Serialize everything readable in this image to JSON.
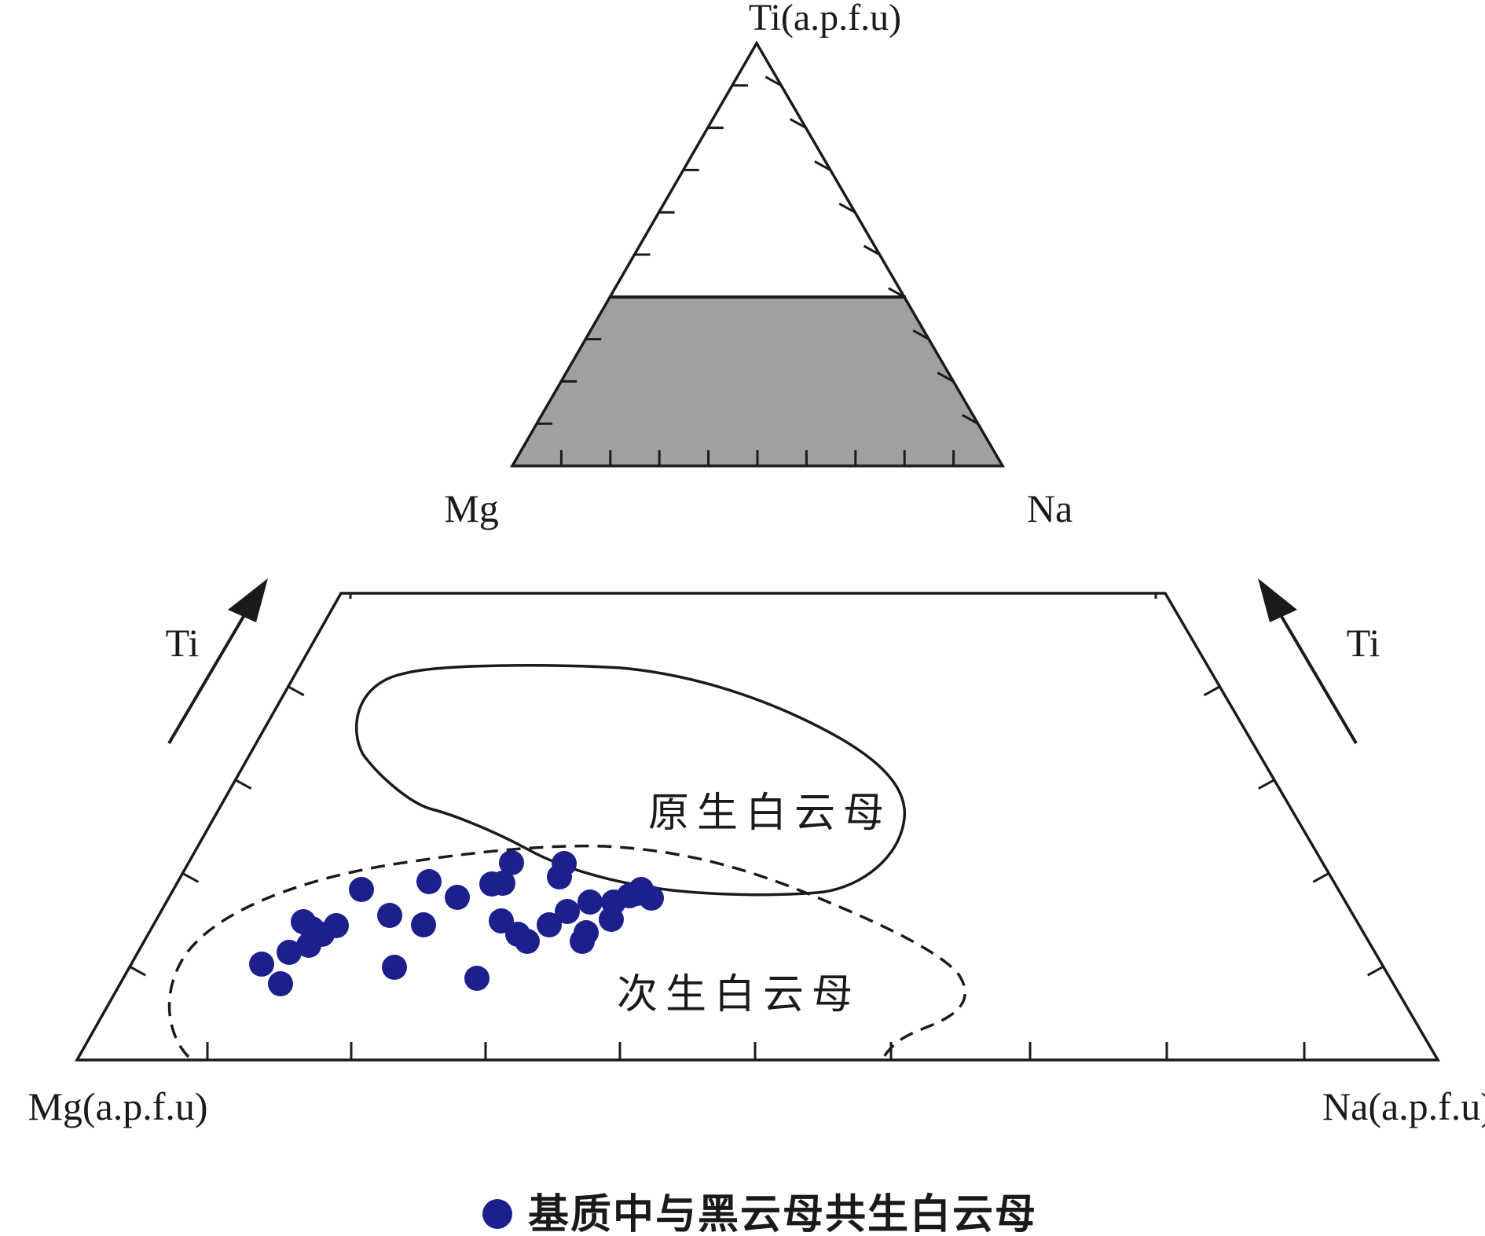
{
  "inset": {
    "apex_label": "Ti(a.p.f.u)",
    "left_label": "Mg",
    "right_label": "Na",
    "shaded_fill": "#a0a0a0",
    "shaded_fraction_of_height": 0.34
  },
  "main": {
    "left_label": "Mg(a.p.f.u)",
    "right_label": "Na(a.p.f.u)",
    "arrow_left_label": "Ti",
    "arrow_right_label": "Ti",
    "field_primary_label": "原生白云母",
    "field_secondary_label": "次生白云母"
  },
  "legend": {
    "marker_color": "#1c1f8c",
    "label": "基质中与黑云母共生白云母"
  },
  "points": [
    [
      333,
      1227
    ],
    [
      357,
      1252
    ],
    [
      368,
      1212
    ],
    [
      386,
      1173
    ],
    [
      397,
      1182
    ],
    [
      393,
      1203
    ],
    [
      410,
      1189
    ],
    [
      428,
      1178
    ],
    [
      460,
      1132
    ],
    [
      496,
      1165
    ],
    [
      502,
      1231
    ],
    [
      539,
      1177
    ],
    [
      546,
      1122
    ],
    [
      582,
      1142
    ],
    [
      607,
      1245
    ],
    [
      626,
      1125
    ],
    [
      640,
      1124
    ],
    [
      651,
      1098
    ],
    [
      638,
      1172
    ],
    [
      659,
      1189
    ],
    [
      671,
      1198
    ],
    [
      699,
      1177
    ],
    [
      712,
      1116
    ],
    [
      718,
      1099
    ],
    [
      722,
      1160
    ],
    [
      741,
      1198
    ],
    [
      746,
      1187
    ],
    [
      751,
      1148
    ],
    [
      778,
      1170
    ],
    [
      781,
      1148
    ],
    [
      801,
      1140
    ],
    [
      811,
      1137
    ],
    [
      816,
      1132
    ],
    [
      829,
      1143
    ]
  ]
}
